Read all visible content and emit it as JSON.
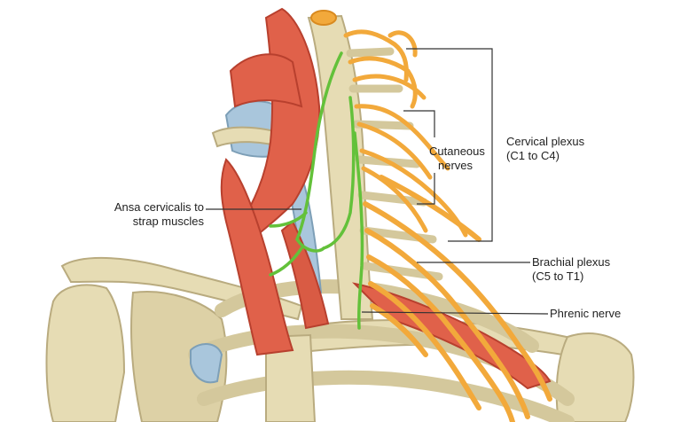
{
  "labels": {
    "cutaneous": {
      "line1": "Cutaneous",
      "line2": "nerves"
    },
    "cervical": {
      "line1": "Cervical plexus",
      "line2": "(C1 to C4)"
    },
    "ansa": {
      "line1": "Ansa cervicalis to",
      "line2": "strap muscles"
    },
    "brachial": {
      "line1": "Brachial plexus",
      "line2": "(C5 to T1)"
    },
    "phrenic": {
      "line1": "Phrenic nerve"
    }
  },
  "colors": {
    "nerve": "#f2a93b",
    "nerve_dark": "#d98a1f",
    "ansa_nerve": "#63c13a",
    "muscle": "#e0614a",
    "muscle_dark": "#b8402e",
    "bone": "#e6dcb4",
    "bone_dark": "#b9ab7f",
    "cartilage": "#a9c6dc",
    "leader": "#333333",
    "highlight_label": "#e2231a"
  }
}
